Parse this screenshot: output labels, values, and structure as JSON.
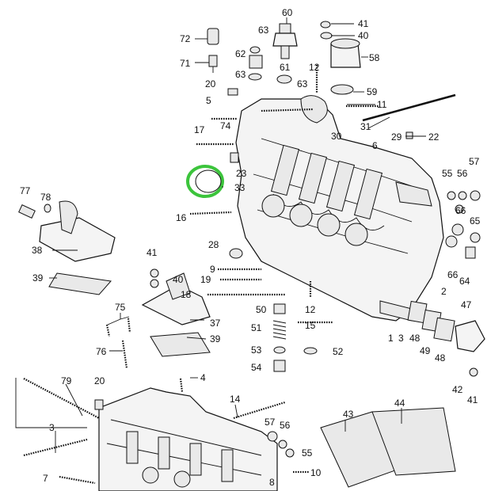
{
  "diagram": {
    "highlight_color": "#3cc43c",
    "highlighted_part": "33",
    "labels": [
      {
        "id": "l60",
        "text": "60"
      },
      {
        "id": "l41a",
        "text": "41"
      },
      {
        "id": "l40a",
        "text": "40"
      },
      {
        "id": "l72",
        "text": "72"
      },
      {
        "id": "l63a",
        "text": "63"
      },
      {
        "id": "l62",
        "text": "62"
      },
      {
        "id": "l58",
        "text": "58"
      },
      {
        "id": "l71",
        "text": "71"
      },
      {
        "id": "l61",
        "text": "61"
      },
      {
        "id": "l12a",
        "text": "12"
      },
      {
        "id": "l63b",
        "text": "63"
      },
      {
        "id": "l63c",
        "text": "63"
      },
      {
        "id": "l20a",
        "text": "20"
      },
      {
        "id": "l59",
        "text": "59"
      },
      {
        "id": "l5",
        "text": "5"
      },
      {
        "id": "l11",
        "text": "11"
      },
      {
        "id": "l31",
        "text": "31"
      },
      {
        "id": "l17",
        "text": "17"
      },
      {
        "id": "l74",
        "text": "74"
      },
      {
        "id": "l30",
        "text": "30"
      },
      {
        "id": "l29",
        "text": "29"
      },
      {
        "id": "l22",
        "text": "22"
      },
      {
        "id": "l6",
        "text": "6"
      },
      {
        "id": "l57a",
        "text": "57"
      },
      {
        "id": "l23",
        "text": "23"
      },
      {
        "id": "l33",
        "text": "33"
      },
      {
        "id": "l55a",
        "text": "55"
      },
      {
        "id": "l56a",
        "text": "56"
      },
      {
        "id": "l77",
        "text": "77"
      },
      {
        "id": "l78",
        "text": "78"
      },
      {
        "id": "l66a",
        "text": "66"
      },
      {
        "id": "l16",
        "text": "16"
      },
      {
        "id": "l65",
        "text": "65"
      },
      {
        "id": "l28",
        "text": "28"
      },
      {
        "id": "l41b",
        "text": "41"
      },
      {
        "id": "l38",
        "text": "38"
      },
      {
        "id": "l9",
        "text": "9"
      },
      {
        "id": "l66b",
        "text": "66"
      },
      {
        "id": "l64",
        "text": "64"
      },
      {
        "id": "l40b",
        "text": "40"
      },
      {
        "id": "l19",
        "text": "19"
      },
      {
        "id": "l39a",
        "text": "39"
      },
      {
        "id": "l2",
        "text": "2"
      },
      {
        "id": "l18",
        "text": "18"
      },
      {
        "id": "l47",
        "text": "47"
      },
      {
        "id": "l75",
        "text": "75"
      },
      {
        "id": "l50",
        "text": "50"
      },
      {
        "id": "l12b",
        "text": "12"
      },
      {
        "id": "l37",
        "text": "37"
      },
      {
        "id": "l51",
        "text": "51"
      },
      {
        "id": "l15",
        "text": "15"
      },
      {
        "id": "l39b",
        "text": "39"
      },
      {
        "id": "l1",
        "text": "1"
      },
      {
        "id": "l3a",
        "text": "3"
      },
      {
        "id": "l48a",
        "text": "48"
      },
      {
        "id": "l49",
        "text": "49"
      },
      {
        "id": "l48b",
        "text": "48"
      },
      {
        "id": "l76",
        "text": "76"
      },
      {
        "id": "l53",
        "text": "53"
      },
      {
        "id": "l52",
        "text": "52"
      },
      {
        "id": "l54",
        "text": "54"
      },
      {
        "id": "l4",
        "text": "4"
      },
      {
        "id": "l79",
        "text": "79"
      },
      {
        "id": "l20b",
        "text": "20"
      },
      {
        "id": "l42",
        "text": "42"
      },
      {
        "id": "l41c",
        "text": "41"
      },
      {
        "id": "l14",
        "text": "14"
      },
      {
        "id": "l44",
        "text": "44"
      },
      {
        "id": "l43",
        "text": "43"
      },
      {
        "id": "l57b",
        "text": "57"
      },
      {
        "id": "l56b",
        "text": "56"
      },
      {
        "id": "l3b",
        "text": "3"
      },
      {
        "id": "l55b",
        "text": "55"
      },
      {
        "id": "l7",
        "text": "7"
      },
      {
        "id": "l10",
        "text": "10"
      },
      {
        "id": "l8",
        "text": "8"
      }
    ]
  }
}
